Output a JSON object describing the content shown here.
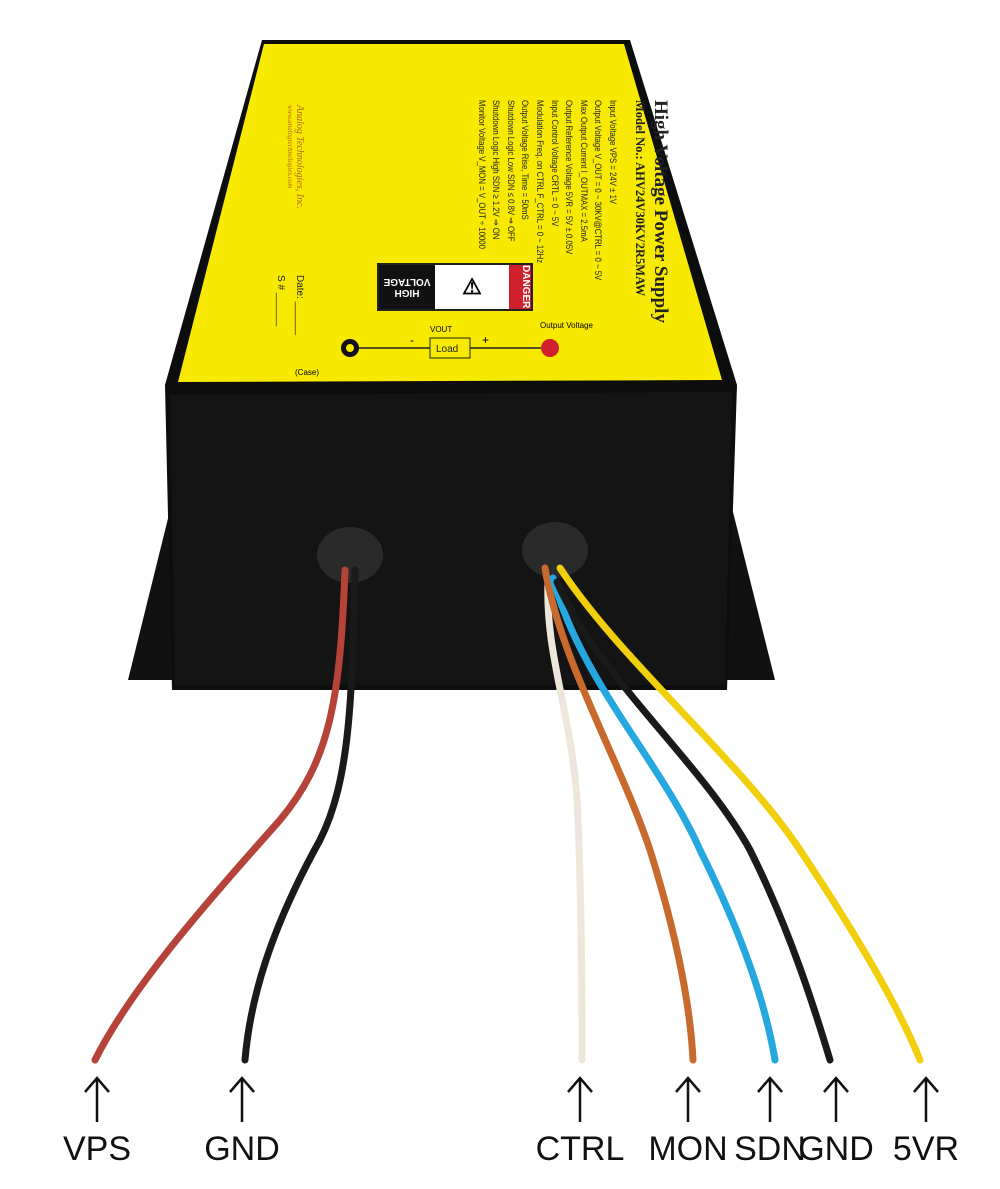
{
  "device": {
    "title": "High Voltage Power Supply",
    "model": "Model No.: AHV24V30KV2R5MAW",
    "specs": [
      "Input Voltage VPS = 24V ± 1V",
      "Output Voltage V_OUT = 0 ~ 30KV@CTRL = 0 ~ 5V",
      "Max Output Current I_OUTMAX = 2.5mA",
      "Output Reference Voltage 5VR = 5V ± 0.05V",
      "Input Control Voltage CRTL = 0 ~ 5V",
      "Modulation Freq. on CTRL F_CTRL = 0 ~ 12Hz",
      "Output Voltage Rise, Time = 50mS",
      "Shutdown Logic Low SDN ≤ 0.8V ⇒ OFF",
      "Shutdown Logic High SDN ≥ 1.2V ⇒ ON",
      "Monitor Voltage V_MON = V_OUT ÷ 10000"
    ],
    "logo_name": "Analog Technologies, Inc.",
    "logo_web": "www.analogtechnologies.com",
    "danger_header": "DANGER",
    "danger_text_1": "HIGH",
    "danger_text_2": "VOLTAGE",
    "date_label": "Date:",
    "serial_label": "S #",
    "output_voltage_label": "Output Voltage",
    "case_label": "(Case)",
    "load_label": "Load",
    "vout_label": "VOUT",
    "plus": "+",
    "minus": "-"
  },
  "colors": {
    "plate": "#f7ea00",
    "body": "#0d0d0d",
    "wire_vps": "#b5433a",
    "wire_gnd": "#1a1a1a",
    "wire_ctrl": "#f4f1e8",
    "wire_mon": "#c8692e",
    "wire_sdn": "#25a7e0",
    "wire_5vr": "#f2cf0c",
    "danger_red": "#d0202e"
  },
  "wires": [
    {
      "label": "VPS",
      "color_key": "wire_vps"
    },
    {
      "label": "GND",
      "color_key": "wire_gnd"
    },
    {
      "label": "CTRL",
      "color_key": "wire_ctrl"
    },
    {
      "label": "MON",
      "color_key": "wire_mon"
    },
    {
      "label": "SDN",
      "color_key": "wire_sdn"
    },
    {
      "label": "GND",
      "color_key": "wire_gnd"
    },
    {
      "label": "5VR",
      "color_key": "wire_5vr"
    }
  ]
}
